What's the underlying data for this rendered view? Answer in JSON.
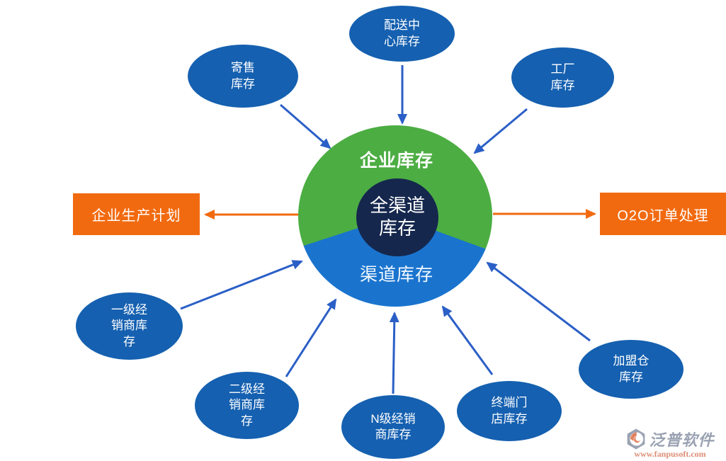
{
  "diagram": {
    "center": {
      "top_label": "企业库存",
      "bottom_label": "渠道库存",
      "core_label": "全渠道\n库存"
    },
    "nodes": [
      {
        "id": "distribution-center",
        "label": "配送中\n心库存"
      },
      {
        "id": "consignment",
        "label": "寄售\n库存"
      },
      {
        "id": "factory",
        "label": "工厂\n库存"
      },
      {
        "id": "tier1-dealer",
        "label": "一级经\n销商库\n存"
      },
      {
        "id": "tier2-dealer",
        "label": "二级经\n销商库\n存"
      },
      {
        "id": "tierN-dealer",
        "label": "N级经销\n商库存"
      },
      {
        "id": "retail-store",
        "label": "终端门\n店库存"
      },
      {
        "id": "franchise-warehouse",
        "label": "加盟仓\n库存"
      }
    ],
    "outputs": {
      "left_label": "企业生产计划",
      "right_label": "O2O订单处理"
    },
    "colors": {
      "enterprise_green": "#4cad43",
      "channel_blue": "#1a74ce",
      "core_navy": "#15274d",
      "node_blue": "#1560b0",
      "arrow_blue": "#2b5fc7",
      "accent_orange": "#f26a10"
    }
  },
  "watermark": {
    "brand": "泛普软件",
    "url": "www.fanpusoft.com"
  }
}
